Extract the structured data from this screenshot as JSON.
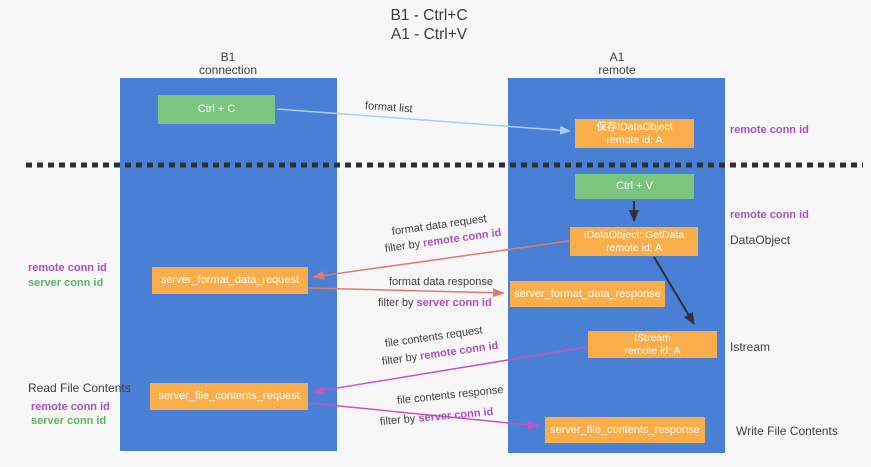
{
  "title": {
    "line1": "B1 - Ctrl+C",
    "line2": "A1 - Ctrl+V"
  },
  "columns": {
    "left": {
      "name": "B1",
      "role": "connection"
    },
    "right": {
      "name": "A1",
      "role": "remote"
    }
  },
  "nodes": {
    "ctrl_c": "Ctrl + C",
    "ctrl_v": "Ctrl + V",
    "save_dataobject": {
      "line1": "保存IDataObject",
      "line2": "remote id: A"
    },
    "getdata": {
      "line1": "IDataObject::GetData",
      "line2": "remote id: A"
    },
    "istream": {
      "line1": "IStream",
      "line2": "remote id: A"
    },
    "format_request": "server_format_data_request",
    "format_response": "server_format_data_response",
    "file_request": "server_file_contents_request",
    "file_response": "server_file_contents_response"
  },
  "edge_labels": {
    "format_list": "format list",
    "format_data_request": "format data request",
    "filter_remote_1": {
      "prefix": "filter by ",
      "highlight": "remote conn id"
    },
    "format_data_response": "format data response",
    "filter_server_1": {
      "prefix": "filter by ",
      "highlight": "server conn id"
    },
    "file_contents_request": "file contents request",
    "filter_remote_2": {
      "prefix": "filter by ",
      "highlight": "remote conn id"
    },
    "file_contents_response": "file contents response",
    "filter_server_2": {
      "prefix": "filter by ",
      "highlight": "server conn id"
    }
  },
  "side_labels": {
    "remote_conn_top": "remote conn id",
    "remote_conn_mid": "remote conn id",
    "dataobject": "DataObject",
    "left_remote_conn_1": "remote conn id",
    "left_server_conn_1": "server conn id",
    "istream": "Istream",
    "read_file": "Read File Contents",
    "left_remote_conn_2": "remote conn id",
    "left_server_conn_2": "server conn id",
    "write_file": "Write File Contents"
  },
  "colors": {
    "background": "#f7f7f8",
    "lifeline_blue": "#4a7fd6",
    "node_green": "#7ac57f",
    "node_orange": "#f9ae4b",
    "arrow_light_blue": "#a5cfec",
    "arrow_black": "#303030",
    "arrow_salmon": "#e07a72",
    "arrow_magenta": "#c653c6",
    "text_purple": "#ab50c3",
    "text_green": "#5bb65c",
    "dashed_line": "#2f2f2f"
  }
}
